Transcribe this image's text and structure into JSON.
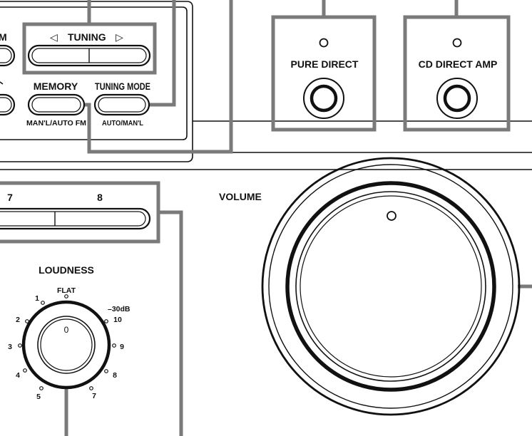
{
  "tuning": {
    "label": "TUNING",
    "left_arrow": "◁",
    "right_arrow": "▷"
  },
  "memory": {
    "label": "MEMORY",
    "sub_label": "MAN'L/AUTO FM"
  },
  "tuning_mode": {
    "label": "TUNING MODE",
    "sub_label": "AUTO/MAN'L"
  },
  "left_edge_label": "M",
  "pure_direct": {
    "label": "PURE DIRECT"
  },
  "cd_direct_amp": {
    "label": "CD DIRECT AMP"
  },
  "presets": {
    "label_7": "7",
    "label_8": "8"
  },
  "volume": {
    "label": "VOLUME"
  },
  "loudness": {
    "label": "LOUDNESS",
    "flat_label": "FLAT",
    "db_label": "–30dB",
    "knob_mark": "0",
    "scale": [
      "1",
      "2",
      "3",
      "4",
      "5",
      "7",
      "8",
      "9",
      "10"
    ]
  },
  "colors": {
    "callout_gray": "#7a7a7a",
    "ink": "#111111",
    "background": "#ffffff"
  }
}
